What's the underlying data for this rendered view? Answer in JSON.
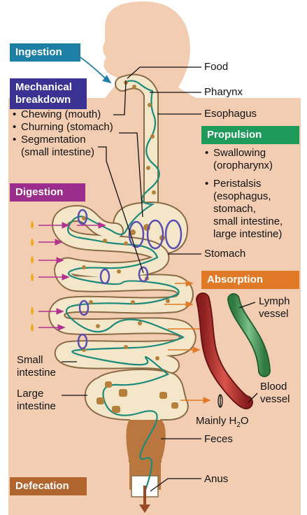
{
  "steps": {
    "ingestion": "Ingestion",
    "mechanical_line1": "Mechanical",
    "mechanical_line2": "breakdown",
    "digestion": "Digestion",
    "propulsion": "Propulsion",
    "absorption": "Absorption",
    "defecation": "Defecation"
  },
  "mechanical_items": [
    "Chewing (mouth)",
    "Churning (stomach)",
    "Segmentation",
    "(small intestine)"
  ],
  "propulsion_items": {
    "swallowing_1": "Swallowing",
    "swallowing_2": "(oropharynx)",
    "peristalsis_1": "Peristalsis",
    "peristalsis_2": "(esophagus,",
    "peristalsis_3": "stomach,",
    "peristalsis_4": "small intestine,",
    "peristalsis_5": "large intestine)"
  },
  "labels": {
    "food": "Food",
    "pharynx": "Pharynx",
    "esophagus": "Esophagus",
    "stomach": "Stomach",
    "lymph_1": "Lymph",
    "lymph_2": "vessel",
    "small_1": "Small",
    "small_2": "intestine",
    "large_1": "Large",
    "large_2": "intestine",
    "blood_1": "Blood",
    "blood_2": "vessel",
    "water_prefix": "Mainly H",
    "water_sub": "2",
    "water_suffix": "O",
    "feces": "Feces",
    "anus": "Anus"
  },
  "colors": {
    "ingestion": "#1e7fa5",
    "mechanical": "#3a3393",
    "digestion": "#9b2d8c",
    "propulsion": "#1e9a5a",
    "absorption": "#e07a26",
    "defecation": "#b0652e",
    "skin": "#f2cdb2",
    "tract_wall": "#f4e7c9",
    "wave": "#1b8a7a",
    "food": "#b5813a",
    "arrow_enzyme": "#b0338f",
    "arrow_absorb": "#e07a26",
    "blood_vessel": "#c0392b",
    "lymph_vessel": "#3f9a56"
  }
}
